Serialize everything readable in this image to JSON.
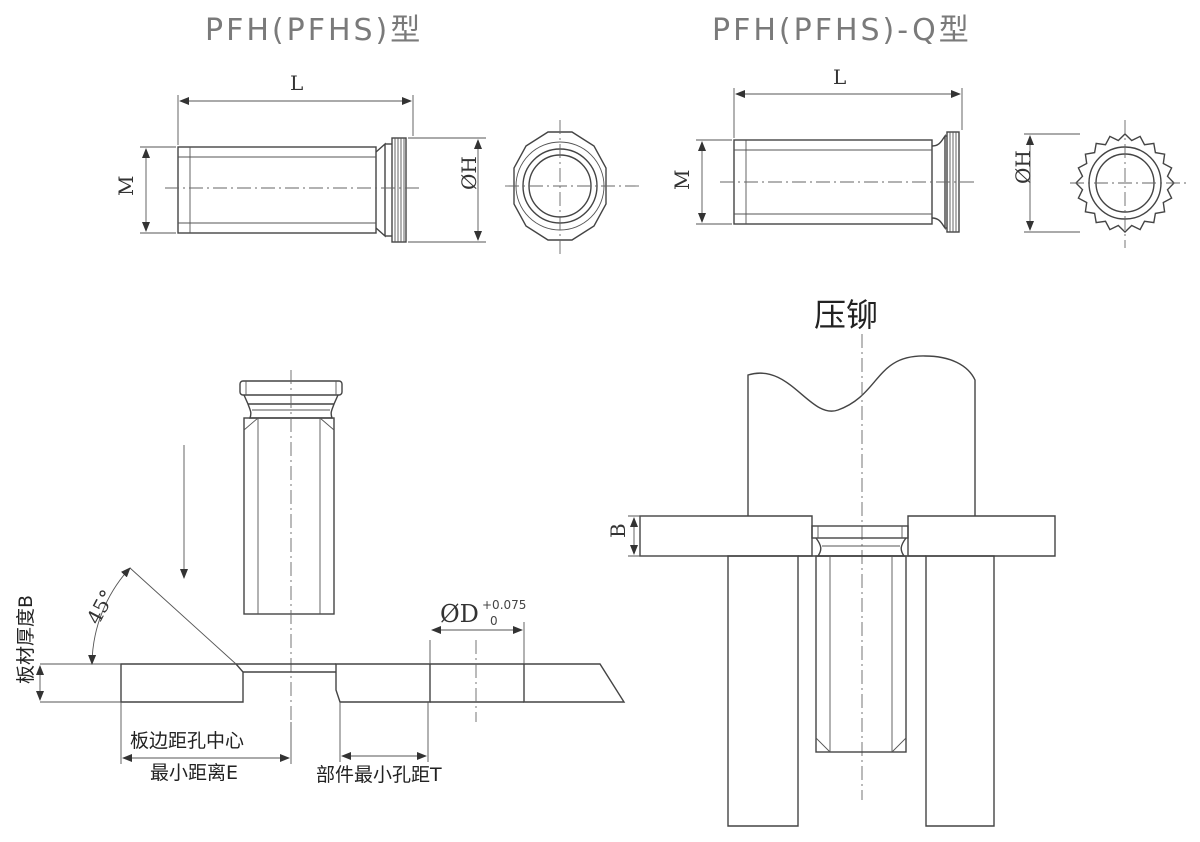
{
  "titles": {
    "left": "PFH(PFHS)型",
    "right": "PFH(PFHS)-Q型"
  },
  "dims": {
    "L": "L",
    "M": "M",
    "H": "ØH",
    "D": "ØD",
    "D_tol_upper": "+0.075",
    "D_tol_lower": "0",
    "B": "B",
    "angle": "45°"
  },
  "labels": {
    "sheet_thickness": "板材厚度B",
    "edge_distance_line1": "板边距孔中心",
    "edge_distance_line2": "最小距离E",
    "min_hole_spacing": "部件最小孔距T",
    "press": "压铆"
  }
}
